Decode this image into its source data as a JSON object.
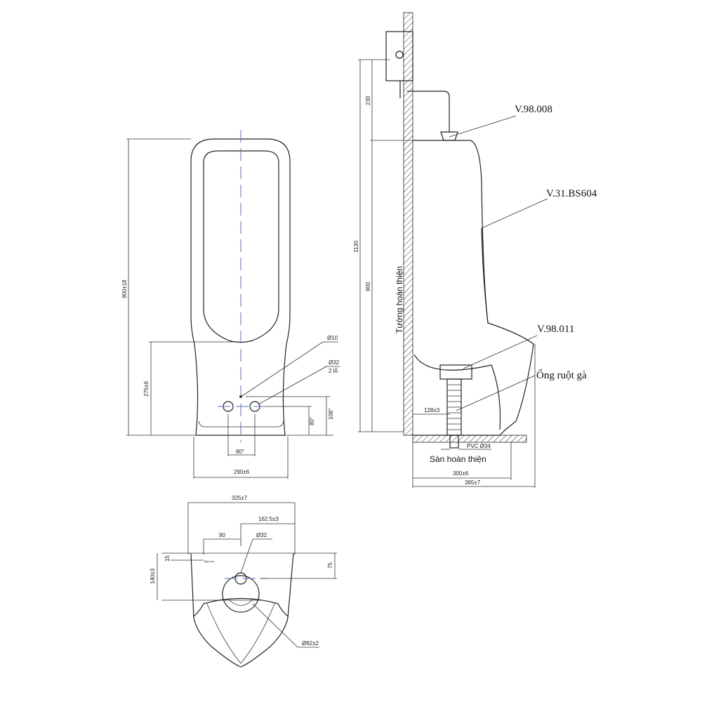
{
  "front_view": {
    "height_dim": "900±18",
    "inlet_height_dim": "275±6",
    "hole_small": "Ø10",
    "hole_large": "Ø32",
    "hole_count": "2 lỗ",
    "hole_center_height": "80°",
    "hole_top_height": "108°",
    "hole_spacing": "80°",
    "base_width": "290±6"
  },
  "top_view": {
    "overall_width": "325±7",
    "half_width": "162.5±3",
    "offset": "90",
    "inlet_diameter": "Ø32",
    "depth_small": "15",
    "depth": "140±3",
    "inlet_depth": "75",
    "outlet_diameter": "Ø82±2",
    "small_note": "Tighrove"
  },
  "side_view": {
    "top_dim": "230",
    "total_height": "1130",
    "unit_height": "900",
    "wall_label": "Tường hoàn thiện",
    "floor_label": "Sàn hoàn thiện",
    "drain_offset": "128±3",
    "pipe_label": "PVC Ø34",
    "outlet_depth": "300±6",
    "overall_depth": "365±7",
    "parts": {
      "flush_valve": "V.98.008",
      "urinal": "V.31.BS604",
      "drain": "V.98.011",
      "hose": "Ống ruột gà"
    }
  }
}
